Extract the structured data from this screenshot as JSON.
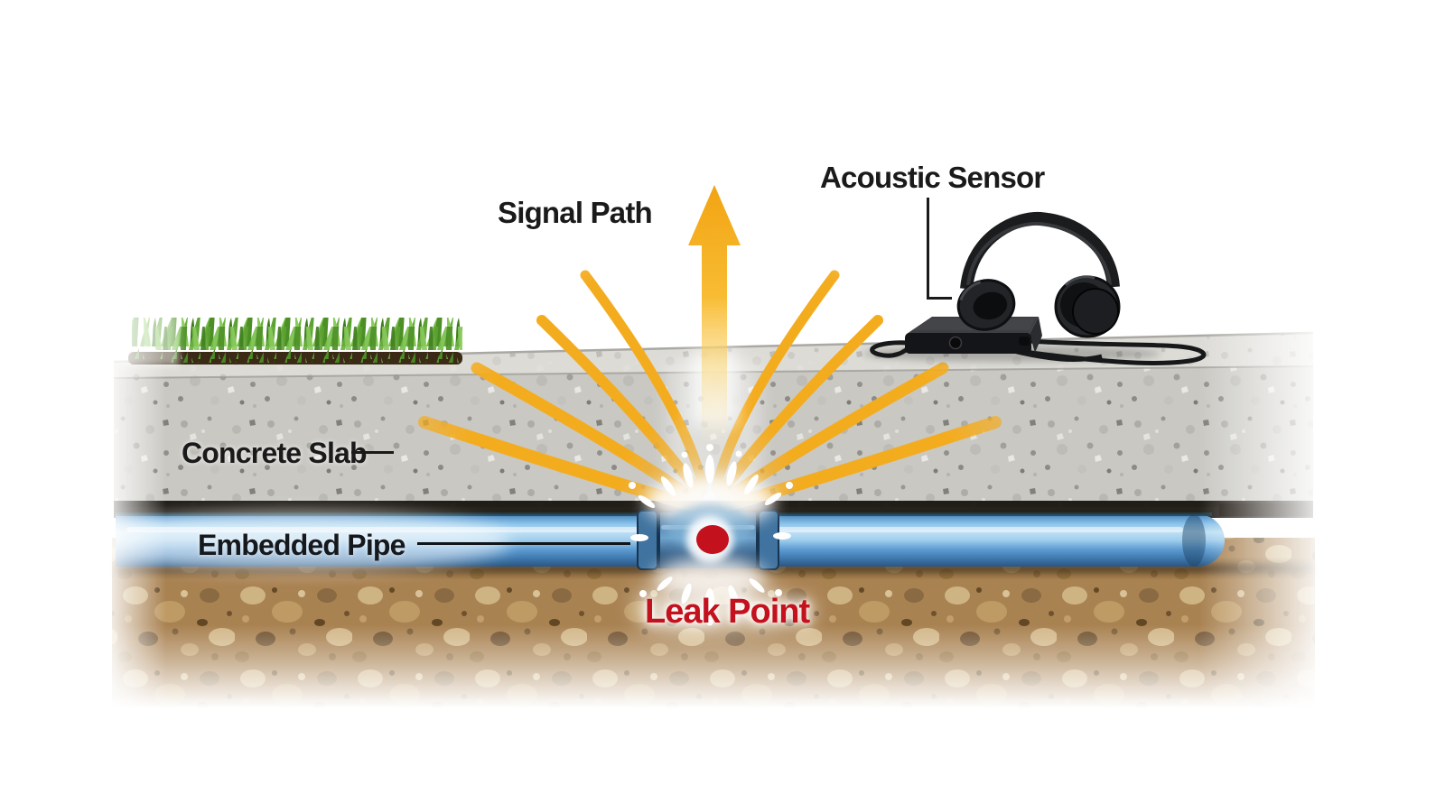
{
  "diagram": {
    "labels": {
      "signal_path": "Signal Path",
      "acoustic_sensor": "Acoustic Sensor",
      "concrete_slab": "Concrete Slab",
      "embedded_pipe": "Embedded Pipe",
      "leak_point": "Leak Point"
    },
    "colors": {
      "signal_arrow_yellow": "#F4AC1F",
      "leak_red": "#C3111E",
      "pipe_blue": "#4E93CC",
      "concrete_gray": "#C9C8C3",
      "soil_brown": "#AE8655",
      "grass_green": "#6FB33C",
      "device_black": "#1E1F21",
      "label_text": "#1A1A1A",
      "background": "#FFFFFF"
    }
  }
}
